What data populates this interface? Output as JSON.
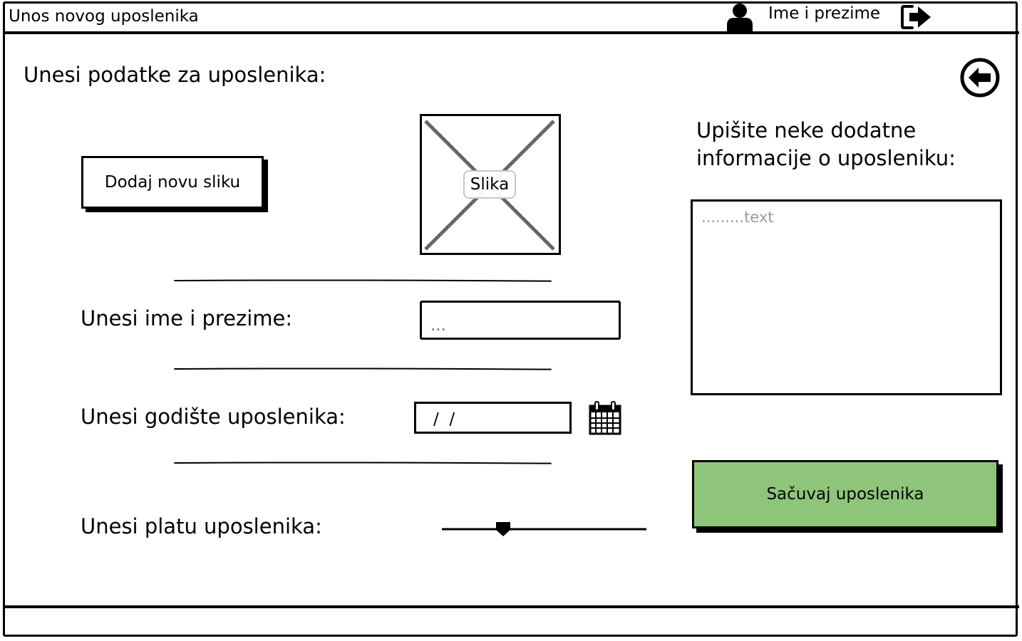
{
  "window": {
    "title": "Unos novog uposlenika",
    "user_name": "Ime i prezime"
  },
  "form": {
    "heading": "Unesi podatke za uposlenika:",
    "add_image_label": "Dodaj novu sliku",
    "image_caption": "Slika",
    "name_label": "Unesi ime i prezime:",
    "name_placeholder": "...",
    "birth_year_label": "Unesi godište uposlenika:",
    "birth_year_value": "/  /",
    "salary_label": "Unesi platu uposlenika:",
    "salary_slider_fraction": 0.3
  },
  "info": {
    "title": "Upišite neke dodatne informacije o uposleniku:",
    "placeholder": ".........text"
  },
  "actions": {
    "save_label": "Sačuvaj uposlenika"
  },
  "icons": {
    "user": "user-icon",
    "logout": "logout-icon",
    "back": "back-arrow-icon",
    "calendar": "calendar-icon",
    "image": "image-placeholder-icon"
  }
}
